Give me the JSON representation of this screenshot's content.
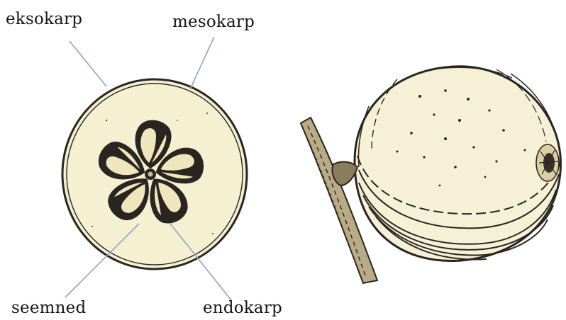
{
  "labels": {
    "exocarp": "eksokarp",
    "mesocarp": "mesokarp",
    "seeds": "seemned",
    "endocarp": "endokarp"
  },
  "colors": {
    "flesh": "#f5f0d2",
    "ink": "#2a2520",
    "leader_line": "#8fa6c4",
    "skin_shadow": "#d9cfa0"
  }
}
